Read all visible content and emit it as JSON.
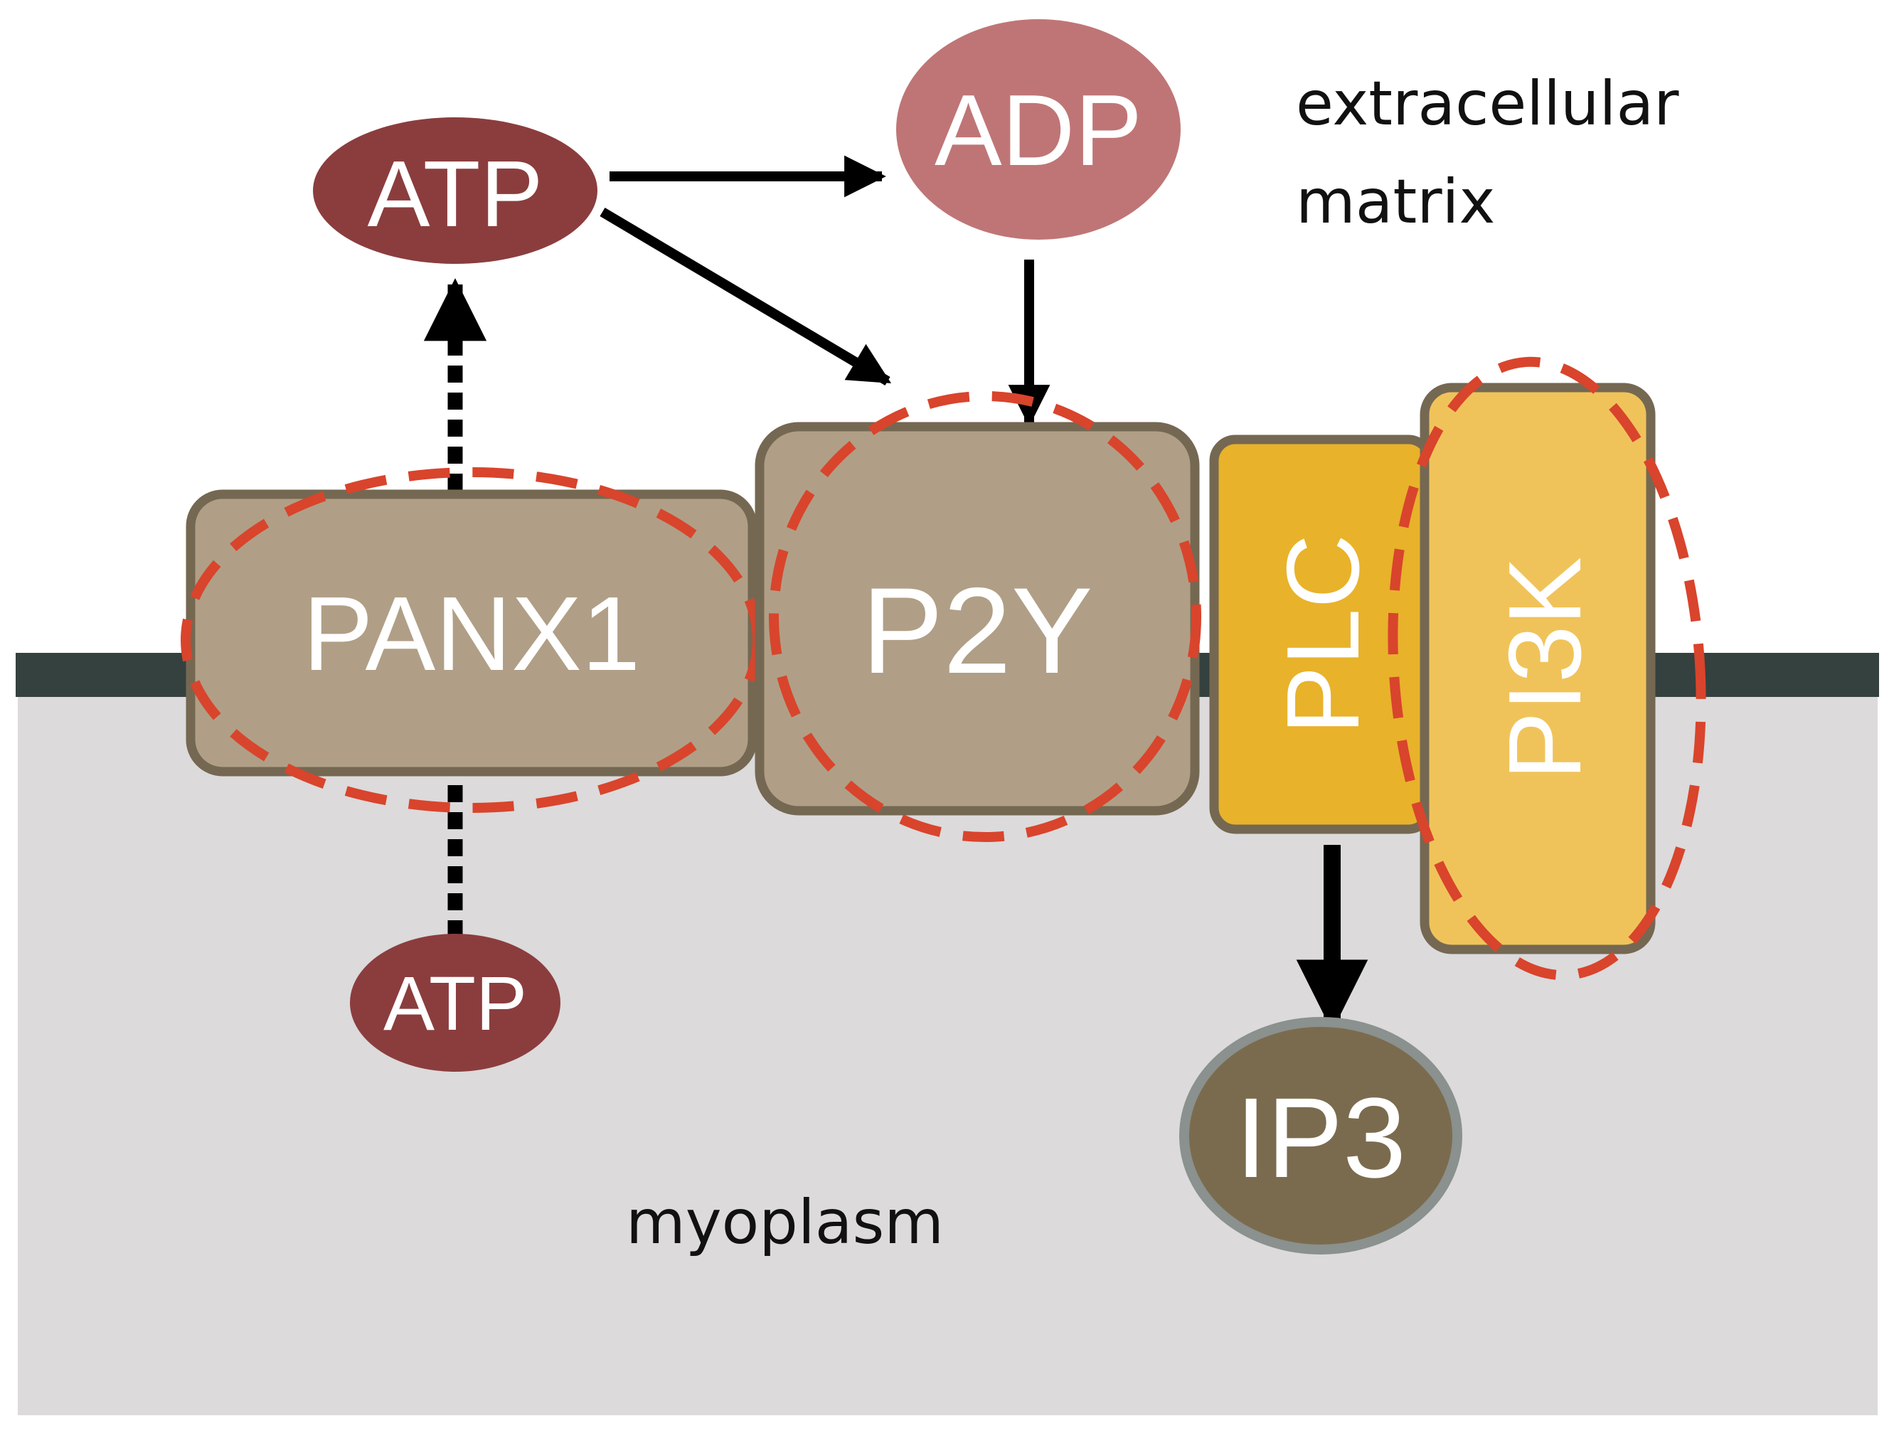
{
  "regions": {
    "extracellular_line1": "extracellular",
    "extracellular_line2": "matrix",
    "intracellular": "myoplasm"
  },
  "nodes": {
    "atp_extracellular": "ATP",
    "adp": "ADP",
    "atp_intracellular": "ATP",
    "panx1": "PANX1",
    "p2y": "P2Y",
    "plc": "PLC",
    "pi3k": "PI3K",
    "ip3": "IP3"
  },
  "highlighted": [
    "PANX1",
    "P2Y",
    "PI3K"
  ],
  "edges": [
    {
      "from": "ATP (myoplasm)",
      "to": "PANX1",
      "style": "dotted"
    },
    {
      "from": "PANX1",
      "to": "ATP (extracellular)",
      "style": "dotted"
    },
    {
      "from": "ATP (extracellular)",
      "to": "ADP",
      "style": "solid"
    },
    {
      "from": "ATP (extracellular)",
      "to": "P2Y",
      "style": "solid"
    },
    {
      "from": "ADP",
      "to": "P2Y",
      "style": "solid"
    },
    {
      "from": "PLC",
      "to": "IP3",
      "style": "solid"
    }
  ],
  "colors": {
    "atp": "#8b3d3e",
    "adp": "#bf7576",
    "receptor_fill": "#b09f86",
    "receptor_border": "#756852",
    "plc": "#e8b22b",
    "pi3k": "#f0c35a",
    "ip3": "#7b6b4e",
    "ip3_border": "#8a918e",
    "membrane": "#34413f",
    "myoplasm": "#dcdadb",
    "highlight_dash": "#d9442c"
  }
}
